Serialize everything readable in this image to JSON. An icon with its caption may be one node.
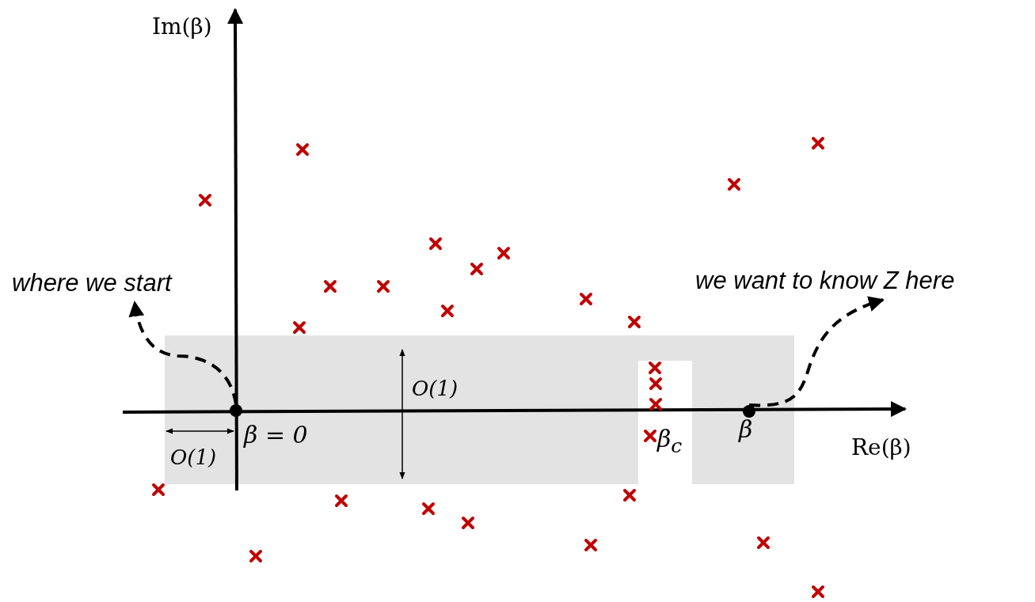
{
  "diagram": {
    "nodes": [
      {
        "text": [],
        "shape": "circle",
        "beside": [
          "β = 0"
        ]
      },
      {
        "text": [
          "where we start"
        ]
      },
      {
        "text": [],
        "shape": "circle",
        "beside": [
          "β"
        ]
      },
      {
        "text": [
          "we want to know Z here"
        ]
      }
    ],
    "edges": [
      {
        "from": 0,
        "to": 1,
        "arrow": "to",
        "style": "dashed"
      },
      {
        "from": 2,
        "to": 3,
        "arrow": "to",
        "style": "dashed"
      }
    ],
    "labels": [
      "Im(β)",
      "O(1)",
      "O(1)",
      "β$_{c}$",
      "Re(β)"
    ]
  }
}
